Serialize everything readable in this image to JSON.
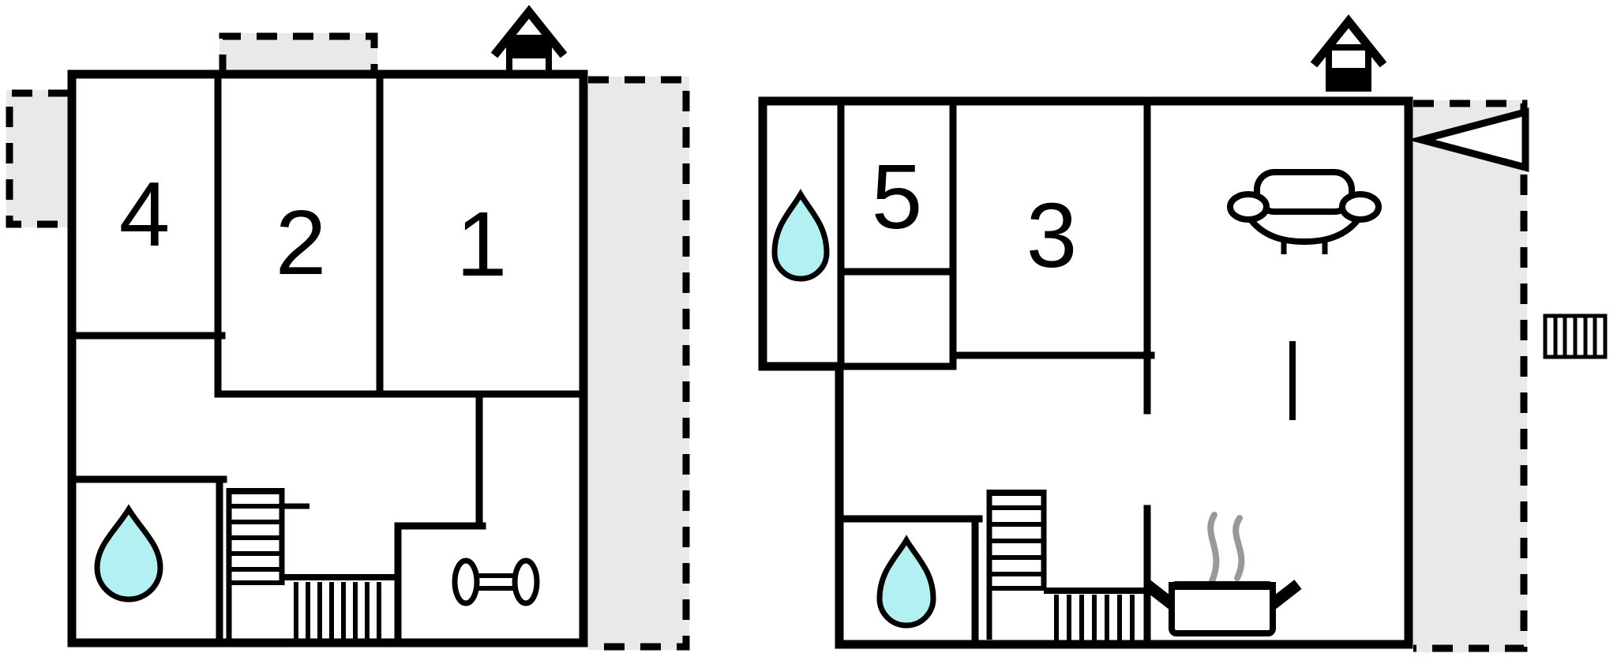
{
  "diagram": {
    "type": "floor-plan",
    "background": "#ffffff",
    "colors": {
      "wall": "#000000",
      "outdoor_fill": "#e9e9e9",
      "water_drop_fill": "#b2f0f2",
      "steam": "#999999"
    },
    "left_plan": {
      "name": "upper-floor",
      "rooms": [
        {
          "id": "room-4",
          "label": "4"
        },
        {
          "id": "room-2",
          "label": "2"
        },
        {
          "id": "room-1",
          "label": "1"
        }
      ],
      "icons": [
        "house-upper-floor-icon",
        "water-drop-icon",
        "staircase-icon",
        "dumbbell-icon"
      ]
    },
    "right_plan": {
      "name": "ground-floor",
      "rooms": [
        {
          "id": "room-5",
          "label": "5"
        },
        {
          "id": "room-3",
          "label": "3"
        }
      ],
      "icons": [
        "house-ground-floor-icon",
        "water-drop-icon",
        "water-drop-icon",
        "staircase-icon",
        "sofa-icon",
        "cooking-pot-icon",
        "entrance-arrow-icon",
        "radiator-icon"
      ]
    }
  }
}
